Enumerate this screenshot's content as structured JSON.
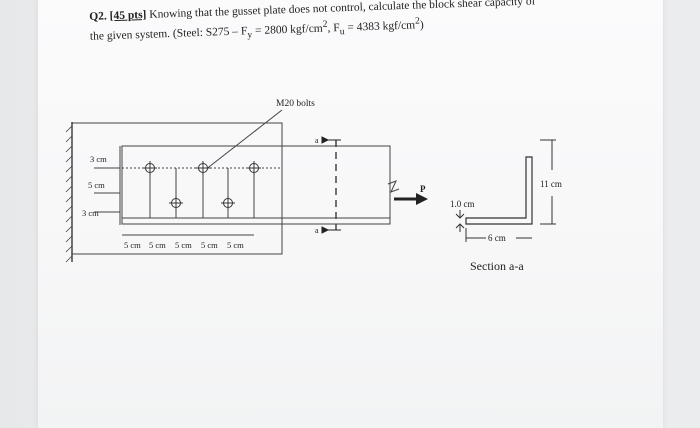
{
  "question": {
    "number": "Q2.",
    "points": "[45 pts]",
    "text_line1": "Knowing that the gusset plate does not control, calculate the block shear capacity of",
    "text_line2": "the given system. (Steel: S275 – F",
    "fy_sub": "y",
    "fy_value": " = 2800 kgf/cm",
    "fu_label": ", F",
    "fu_sub": "u",
    "fu_value": " = 4383 kgf/cm",
    "sq": "2",
    "close": ")"
  },
  "drawing": {
    "bolts_label": "M20 bolts",
    "dim_left_top": "3 cm",
    "dim_left_mid": "5 cm",
    "dim_left_bot": "3 cm",
    "dim_bottom": [
      "5 cm",
      "5 cm",
      "5 cm",
      "5 cm",
      "5 cm"
    ],
    "section_mark_top": "a",
    "section_mark_bot": "a",
    "load_label": "P"
  },
  "section": {
    "thickness_label": "1.0 cm",
    "width_label": "6 cm",
    "height_label": "11 cm",
    "title": "Section a-a"
  }
}
